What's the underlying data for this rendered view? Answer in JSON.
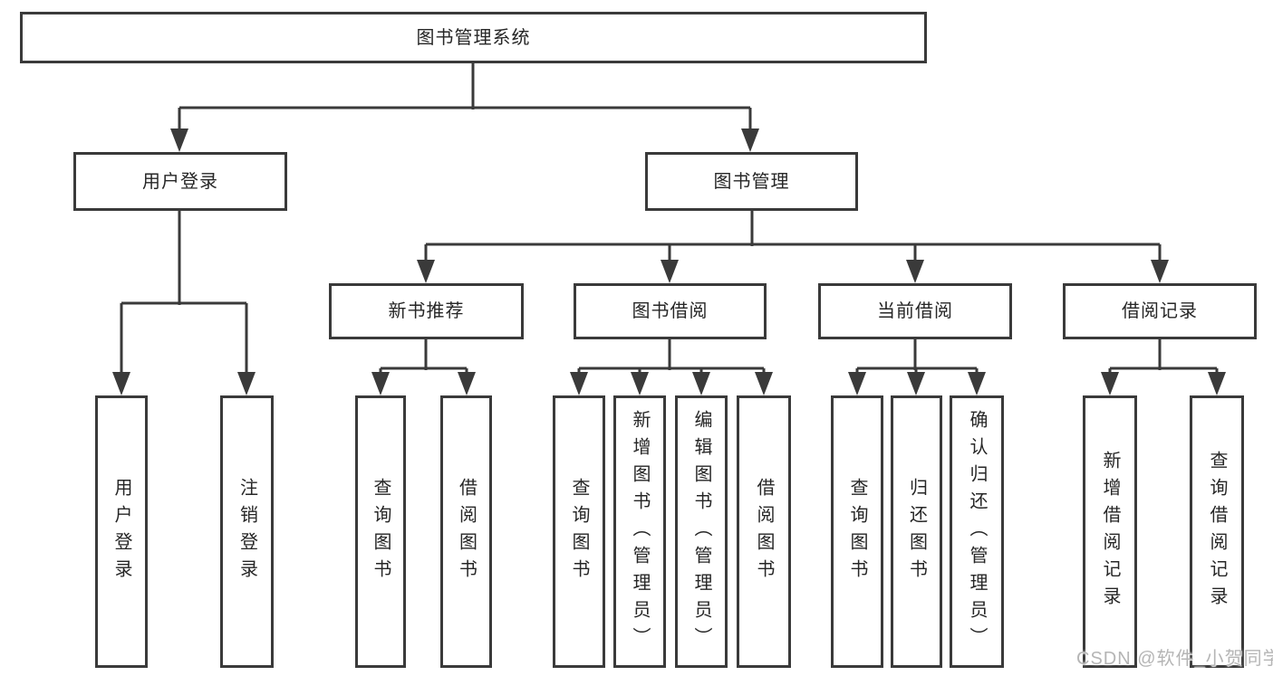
{
  "diagram": {
    "root": "图书管理系统",
    "level2": {
      "user_login": "用户登录",
      "book_management": "图书管理"
    },
    "level3": {
      "new_book_recommend": "新书推荐",
      "book_borrowing": "图书借阅",
      "current_borrowing": "当前借阅",
      "borrowing_records": "借阅记录"
    },
    "leaves": {
      "user_login": "用户登录",
      "logout": "注销登录",
      "nb_query_books": "查询图书",
      "nb_borrow_books": "借阅图书",
      "bb_query_books": "查询图书",
      "bb_add_books": "新增图书（管理员）",
      "bb_edit_books": "编辑图书（管理员）",
      "bb_borrow_books": "借阅图书",
      "cb_query_books": "查询图书",
      "cb_return_books": "归还图书",
      "cb_confirm_return": "确认归还（管理员）",
      "br_add_record": "新增借阅记录",
      "br_query_record": "查询借阅记录"
    },
    "colors": {
      "line": "#3a3a3a",
      "text": "#262626",
      "background": "#ffffff",
      "watermark": "#b5b5b5"
    }
  },
  "watermark": "CSDN @软件_小贺同学"
}
